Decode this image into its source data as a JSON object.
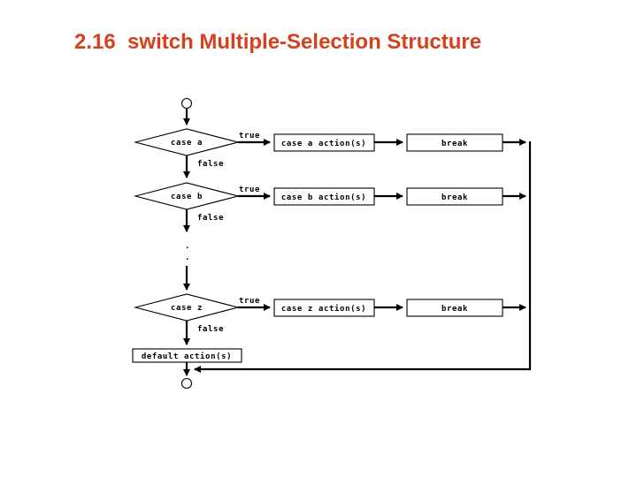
{
  "slide": {
    "title": "2.16  switch Multiple-Selection Structure"
  },
  "colors": {
    "title_text": "#d4411c",
    "flowchart_line": "#000000",
    "background": "#ffffff"
  },
  "flowchart": {
    "type": "flowchart",
    "start_symbol": "connector-circle",
    "end_symbol": "connector-circle",
    "ellipsis_dot": ".",
    "rows": [
      {
        "condition": "case a",
        "true_label": "true",
        "false_label": "false",
        "action": "case a action(s)",
        "break_label": "break"
      },
      {
        "condition": "case b",
        "true_label": "true",
        "false_label": "false",
        "action": "case b action(s)",
        "break_label": "break"
      },
      {
        "condition": "case z",
        "true_label": "true",
        "false_label": "false",
        "action": "case z action(s)",
        "break_label": "break"
      }
    ],
    "default_action": "default action(s)"
  }
}
